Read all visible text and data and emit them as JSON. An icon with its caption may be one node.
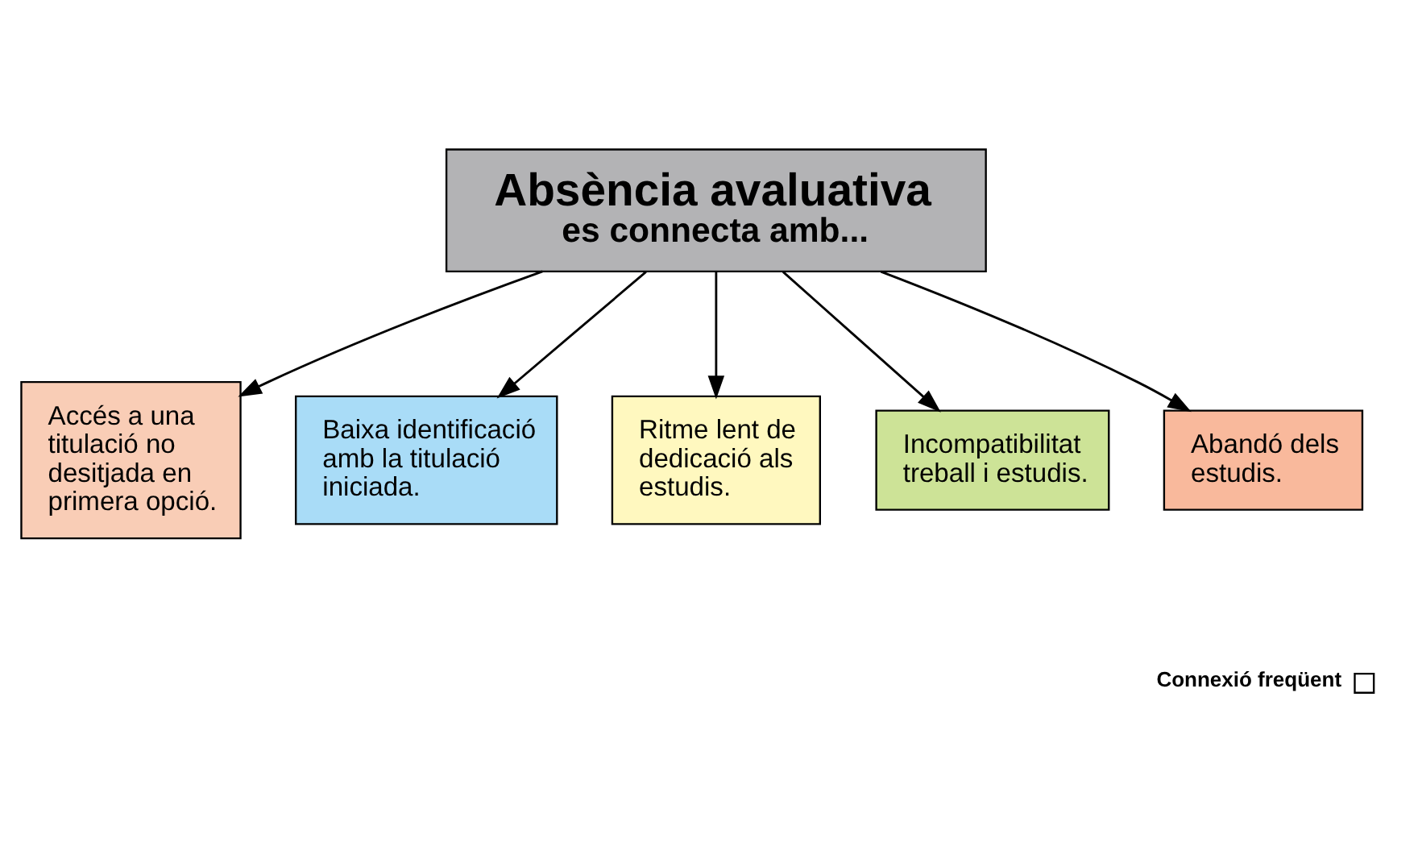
{
  "diagram": {
    "nodes": [
      {
        "text": [
          "Absència avaluativa",
          "es connecta amb..."
        ]
      },
      {
        "text": [
          "Accés a una titulació no desitjada en primera opció."
        ]
      },
      {
        "text": [
          "Baixa identificació amb la titulació iniciada."
        ]
      },
      {
        "text": [
          "Ritme lent de dedicació als estudis."
        ]
      },
      {
        "text": [
          "Incompatibilitat treball i estudis."
        ]
      },
      {
        "text": [
          "Abandó dels estudis."
        ]
      }
    ],
    "edges": [
      {
        "from": 0,
        "to": 1,
        "arrow": "to"
      },
      {
        "from": 0,
        "to": 2,
        "arrow": "to"
      },
      {
        "from": 0,
        "to": 3,
        "arrow": "to"
      },
      {
        "from": 0,
        "to": 4,
        "arrow": "to"
      },
      {
        "from": 0,
        "to": 5,
        "arrow": "to"
      }
    ],
    "legend": [
      {
        "text": "Connexió freqüent"
      }
    ]
  }
}
